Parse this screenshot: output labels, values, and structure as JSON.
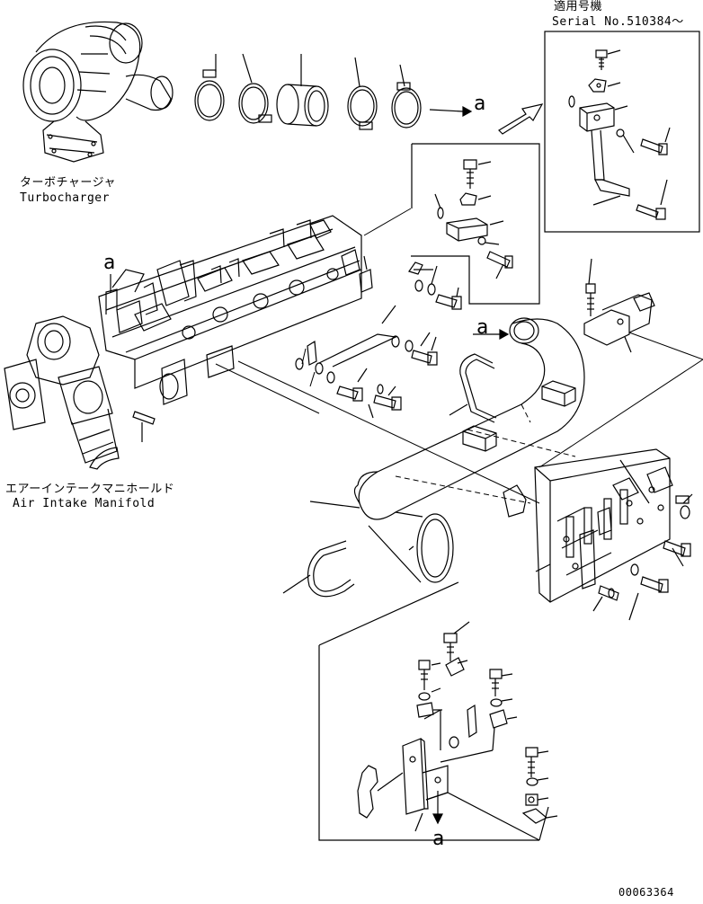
{
  "serial": {
    "applicable_jp": "適用号機",
    "serial_no": "Serial No.510384～"
  },
  "labels": {
    "turbo_jp": "ターボチャージャ",
    "turbo_en": "Turbocharger",
    "manifold_jp": "エアーインテークマニホールド",
    "manifold_en": "Air Intake Manifold",
    "ref_a": "a"
  },
  "drawing_number": "00063364"
}
